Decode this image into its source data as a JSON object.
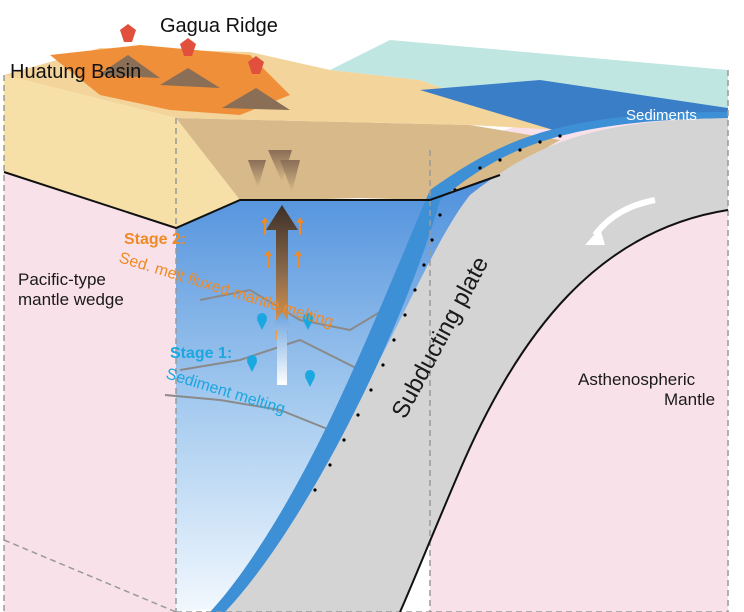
{
  "labels": {
    "gagua_ridge": "Gagua Ridge",
    "huatung_basin": "Huatung Basin",
    "sediments": "Sediments",
    "stage2_title": "Stage 2:",
    "stage2_desc": "Sed. melt fluxed mantle melting",
    "pacific_line1": "Pacific-type",
    "pacific_line2": "mantle wedge",
    "stage1_title": "Stage 1:",
    "stage1_desc": "Sediment melting",
    "subducting_plate": "Subducting plate",
    "astheno_line1": "Asthenospheric",
    "astheno_line2": "Mantle"
  },
  "colors": {
    "crust_top": "#f7dfa8",
    "crust_body": "#d8b98a",
    "mantle_pink": "#f9e1ea",
    "wedge_blue": "#5b9fe0",
    "plate_gray": "#d4d4d4",
    "sediment_blue": "#3d8fd6",
    "sea_teal": "#bfe6e0",
    "basin_orange": "#ef8f3a",
    "stage2_orange": "#f08a24",
    "stage1_blue": "#1ba7e0"
  }
}
